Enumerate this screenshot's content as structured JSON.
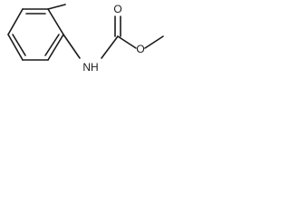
{
  "diagram": {
    "atoms": {
      "o_carbonyl": "O",
      "o_ester": "O",
      "nh": "NH"
    },
    "colors": {
      "bond": "#1a1a1a",
      "background": "#ffffff"
    }
  }
}
